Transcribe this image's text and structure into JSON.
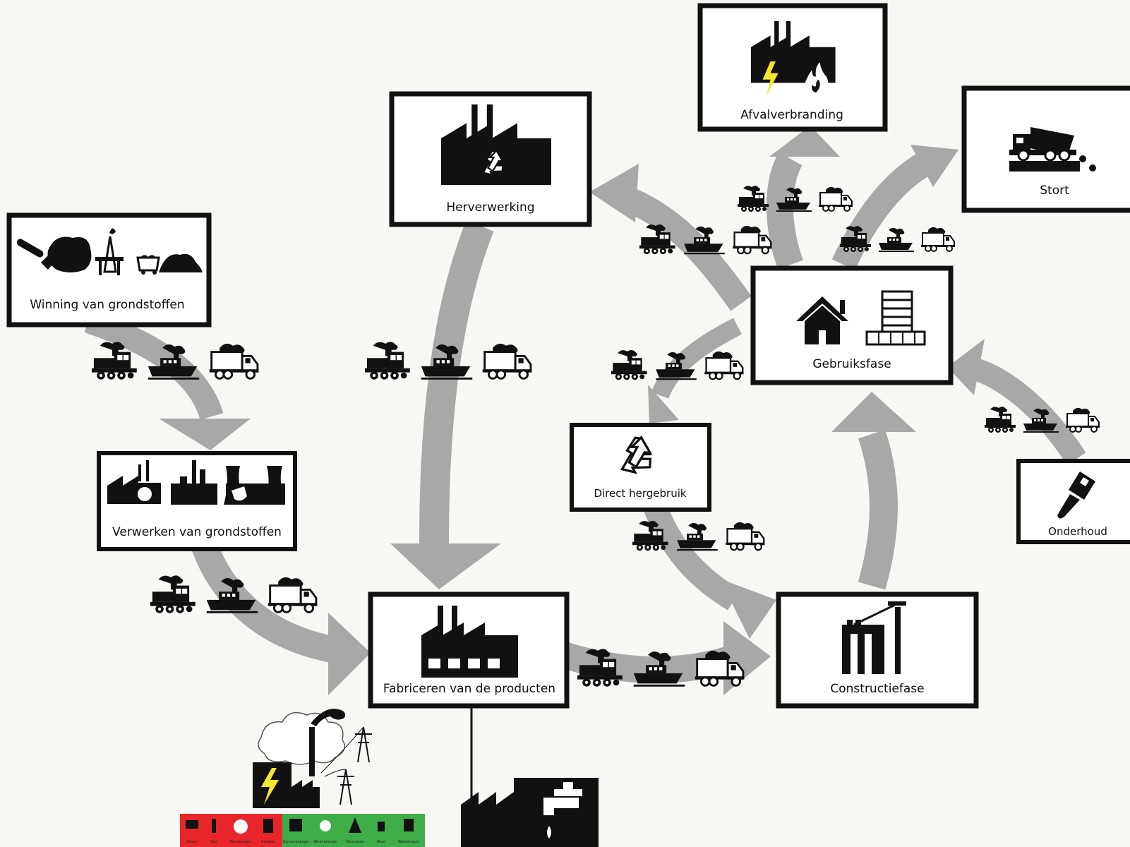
{
  "colors": {
    "arrow": "#a8a8a8",
    "box_border": "#111111",
    "icon": "#111111",
    "background": "#f7f7f3",
    "energy_red": "#e8252b",
    "energy_green": "#3fae49",
    "bolt": "#f5e62a"
  },
  "nodes": {
    "winning": {
      "label": "Winning van grondstoffen",
      "icons": [
        "excavator-icon",
        "ore-pile-icon",
        "oil-rig-icon",
        "mine-cart-icon"
      ]
    },
    "verwerken": {
      "label": "Verwerken van grondstoffen",
      "icons": [
        "sawmill-factory-icon",
        "refinery-icon",
        "smelter-icon"
      ]
    },
    "fabriceren": {
      "label": "Fabriceren van de producten",
      "icons": [
        "factory-icon"
      ]
    },
    "herverwerking": {
      "label": "Herverwerking",
      "icons": [
        "recycling-factory-icon"
      ]
    },
    "afvalverbranding": {
      "label": "Afvalverbranding",
      "icons": [
        "incinerator-factory-icon"
      ]
    },
    "stort": {
      "label": "Stort",
      "icons": [
        "dump-truck-icon"
      ]
    },
    "gebruiksfase": {
      "label": "Gebruiksfase",
      "icons": [
        "house-icon",
        "office-building-icon"
      ]
    },
    "direct_hergebruik": {
      "label": "Direct hergebruik",
      "icons": [
        "recycle-arrows-icon"
      ]
    },
    "constructiefase": {
      "label": "Constructiefase",
      "icons": [
        "construction-crane-icon"
      ]
    },
    "onderhoud": {
      "label": "Onderhoud",
      "icons": [
        "paint-brush-icon"
      ]
    }
  },
  "transport_icons": [
    "train-icon",
    "ship-icon",
    "truck-icon"
  ],
  "energy_sources": {
    "fossil": [
      "Kolen",
      "Gas",
      "Kernenergie",
      "Aardolie"
    ],
    "renewable": [
      "Zonne-energie",
      "Wind-energie",
      "Biomassa",
      "Afval",
      "Waterkracht"
    ]
  }
}
